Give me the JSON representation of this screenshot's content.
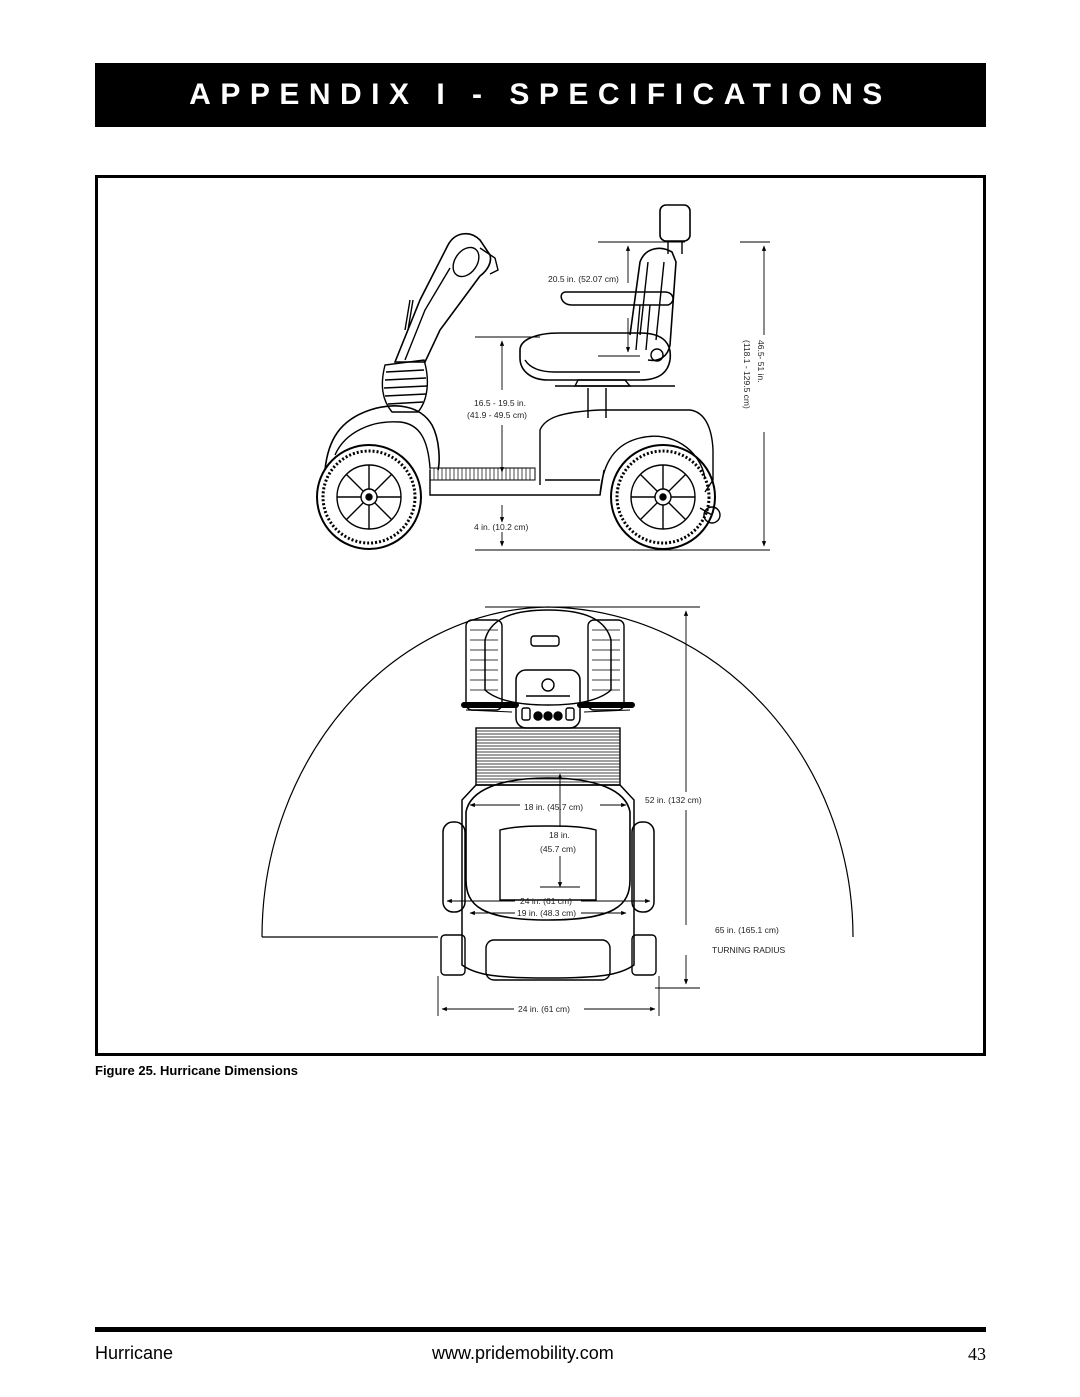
{
  "header": {
    "title": "APPENDIX I - SPECIFICATIONS"
  },
  "figure": {
    "caption": "Figure 25. Hurricane Dimensions",
    "side_view": {
      "seat_width": "20.5 in. (52.07 cm)",
      "seat_height": "16.5 - 19.5 in.",
      "seat_height_metric": "(41.9 - 49.5 cm)",
      "ground_clearance": "4 in. (10.2 cm)",
      "overall_height": "46.5- 51 in.",
      "overall_height_metric": "(118.1 - 129.5 cm)"
    },
    "top_view": {
      "seat_width": "18 in. (45.7 cm)",
      "seat_depth": "18 in.",
      "seat_depth_metric": "(45.7 cm)",
      "armrest_width": "24 in. (61 cm)",
      "armrest_width_min": "19 in. (48.3 cm)",
      "overall_length": "52 in. (132 cm)",
      "turning_radius_value": "65 in. (165.1 cm)",
      "turning_radius_label": "TURNING RADIUS",
      "overall_width": "24 in. (61 cm)"
    }
  },
  "footer": {
    "product": "Hurricane",
    "url": "www.pridemobility.com",
    "page_number": "43"
  }
}
